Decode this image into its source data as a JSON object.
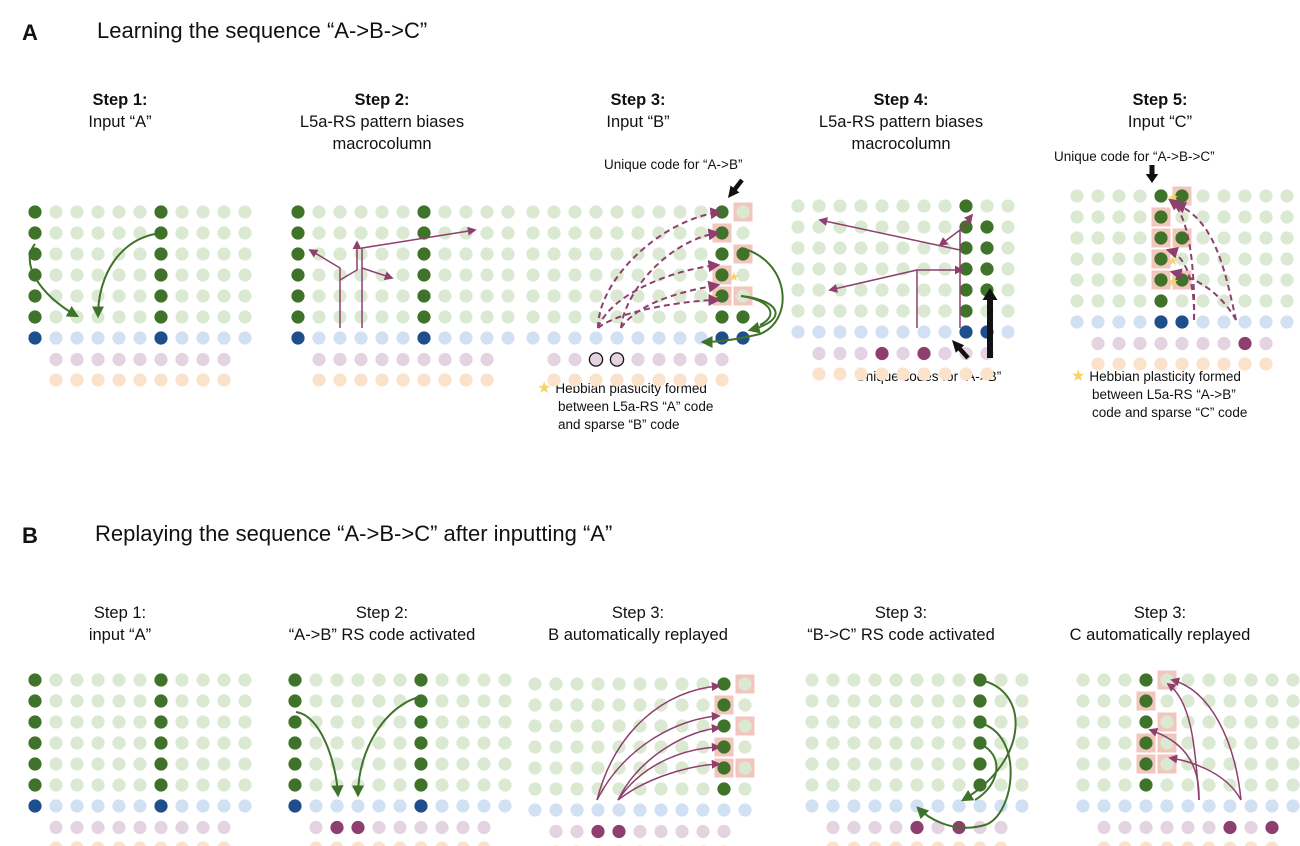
{
  "panel_a": {
    "label": "A",
    "title": "Learning the sequence “A->B->C”",
    "steps": [
      {
        "heading": "Step 1:",
        "line1": "Input “A”",
        "line2": ""
      },
      {
        "heading": "Step 2:",
        "line1": "L5a-RS pattern biases",
        "line2": "macrocolumn"
      },
      {
        "heading": "Step 3:",
        "line1": "Input “B”",
        "line2": ""
      },
      {
        "heading": "Step 4:",
        "line1": "L5a-RS pattern biases",
        "line2": "macrocolumn"
      },
      {
        "heading": "Step 5:",
        "line1": "Input “C”",
        "line2": ""
      }
    ],
    "annotations": {
      "unique_ab": "Unique code for “A->B”",
      "unique_codes_ab": "Unique codes for “A->B”",
      "unique_abc": "Unique code for “A->B->C”"
    },
    "legend_step3": [
      "Hebbian plasticity formed",
      "between L5a-RS “A” code",
      "and sparse “B” code"
    ],
    "legend_step5": [
      "Hebbian plasticity formed",
      "between L5a-RS “A->B”",
      "code and sparse “C” code"
    ]
  },
  "panel_b": {
    "label": "B",
    "title": "Replaying the sequence “A->B->C” after inputting “A”",
    "steps": [
      {
        "heading": "Step 1:",
        "line1": "input “A”"
      },
      {
        "heading": "Step 2:",
        "line1": "“A->B” RS code activated"
      },
      {
        "heading": "Step 3:",
        "line1": "B automatically replayed"
      },
      {
        "heading": "Step 3:",
        "line1": "“B->C” RS code activated"
      },
      {
        "heading": "Step 3:",
        "line1": "C automatically replayed"
      }
    ]
  },
  "colors": {
    "active_green": "#3f7329",
    "inactive_green": "#dbe9d3",
    "active_blue": "#1f4e8c",
    "inactive_blue": "#d2e0f3",
    "active_purple": "#8e3f6e",
    "inactive_purple": "#e4d3e0",
    "inactive_orange": "#fbe3cb",
    "highlight_box": "#f2c6bc",
    "star": "#f3d46a",
    "arrow_purple": "#8e3f6e",
    "arrow_green": "#3f7329"
  }
}
